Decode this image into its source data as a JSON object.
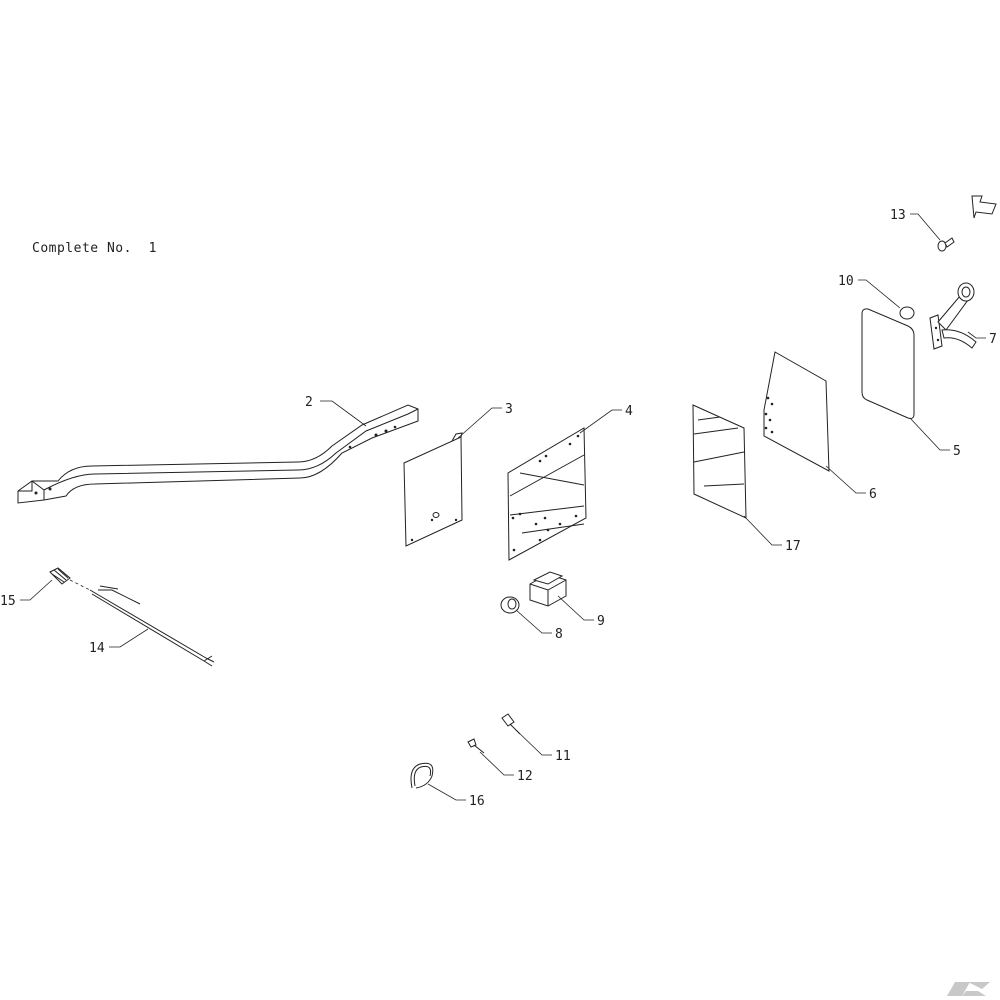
{
  "heading": {
    "label": "Complete No.",
    "number": "1"
  },
  "callouts": [
    "2",
    "3",
    "4",
    "5",
    "6",
    "7",
    "8",
    "9",
    "10",
    "11",
    "12",
    "13",
    "14",
    "15",
    "16",
    "17"
  ],
  "icons": {
    "view_direction": "arrow-icon",
    "brand": "logo-k-icon"
  }
}
